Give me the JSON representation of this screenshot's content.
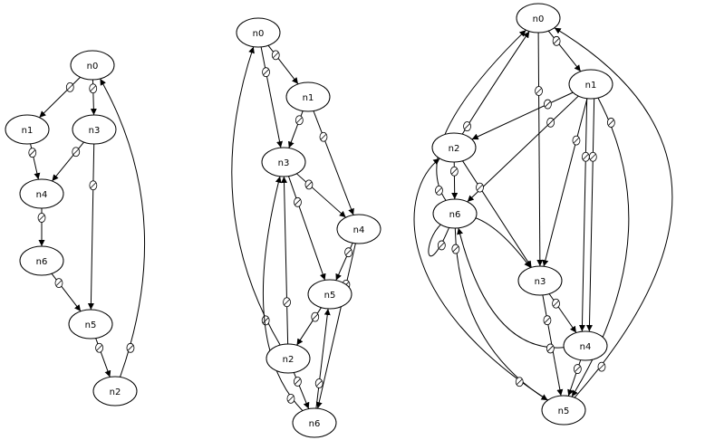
{
  "diagram": {
    "graphs": [
      {
        "nodes": [
          {
            "id": "n0",
            "label": "n0"
          },
          {
            "id": "n1",
            "label": "n1"
          },
          {
            "id": "n3",
            "label": "n3"
          },
          {
            "id": "n4",
            "label": "n4"
          },
          {
            "id": "n6",
            "label": "n6"
          },
          {
            "id": "n5",
            "label": "n5"
          },
          {
            "id": "n2",
            "label": "n2"
          }
        ],
        "edges": [
          [
            "n0",
            "n1"
          ],
          [
            "n0",
            "n3"
          ],
          [
            "n1",
            "n4"
          ],
          [
            "n3",
            "n4"
          ],
          [
            "n3",
            "n5"
          ],
          [
            "n4",
            "n6"
          ],
          [
            "n6",
            "n5"
          ],
          [
            "n5",
            "n2"
          ],
          [
            "n2",
            "n0"
          ]
        ]
      },
      {
        "nodes": [
          {
            "id": "n0",
            "label": "n0"
          },
          {
            "id": "n1",
            "label": "n1"
          },
          {
            "id": "n3",
            "label": "n3"
          },
          {
            "id": "n4",
            "label": "n4"
          },
          {
            "id": "n5",
            "label": "n5"
          },
          {
            "id": "n2",
            "label": "n2"
          },
          {
            "id": "n6",
            "label": "n6"
          }
        ],
        "edges": [
          [
            "n0",
            "n1"
          ],
          [
            "n0",
            "n3"
          ],
          [
            "n1",
            "n3"
          ],
          [
            "n1",
            "n4"
          ],
          [
            "n3",
            "n4"
          ],
          [
            "n3",
            "n5"
          ],
          [
            "n4",
            "n5"
          ],
          [
            "n4",
            "n6"
          ],
          [
            "n5",
            "n2"
          ],
          [
            "n2",
            "n3"
          ],
          [
            "n2",
            "n0"
          ],
          [
            "n2",
            "n6"
          ],
          [
            "n6",
            "n3"
          ],
          [
            "n6",
            "n5"
          ]
        ]
      },
      {
        "nodes": [
          {
            "id": "n0",
            "label": "n0"
          },
          {
            "id": "n1",
            "label": "n1"
          },
          {
            "id": "n2",
            "label": "n2"
          },
          {
            "id": "n6",
            "label": "n6"
          },
          {
            "id": "n3",
            "label": "n3"
          },
          {
            "id": "n4",
            "label": "n4"
          },
          {
            "id": "n5",
            "label": "n5"
          }
        ],
        "edges": [
          [
            "n0",
            "n1"
          ],
          [
            "n0",
            "n3"
          ],
          [
            "n1",
            "n2"
          ],
          [
            "n1",
            "n6"
          ],
          [
            "n1",
            "n3"
          ],
          [
            "n1",
            "n4"
          ],
          [
            "n1",
            "n4"
          ],
          [
            "n1",
            "n5"
          ],
          [
            "n2",
            "n0"
          ],
          [
            "n2",
            "n6"
          ],
          [
            "n2",
            "n3"
          ],
          [
            "n6",
            "n0"
          ],
          [
            "n6",
            "n3"
          ],
          [
            "n6",
            "n5"
          ],
          [
            "n3",
            "n4"
          ],
          [
            "n3",
            "n5"
          ],
          [
            "n4",
            "n6"
          ],
          [
            "n4",
            "n5"
          ],
          [
            "n5",
            "n2"
          ],
          [
            "n5",
            "n0"
          ]
        ]
      }
    ]
  }
}
